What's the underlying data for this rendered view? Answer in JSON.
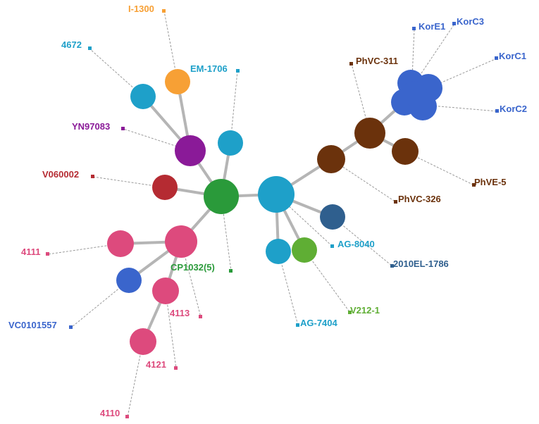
{
  "colors": {
    "green": "#2a9a3a",
    "teal": "#1ea0c9",
    "orange": "#f7a035",
    "purple": "#8a1a98",
    "red": "#b52b32",
    "pink": "#dd4a7d",
    "blue": "#3a65cc",
    "brown": "#6b320c",
    "navy": "#2f5f8e",
    "lime": "#5fae34",
    "edge": "#b5b5b5"
  },
  "labels": {
    "i1300": "I-1300",
    "n4672": "4672",
    "em1706": "EM-1706",
    "yn97083": "YN97083",
    "v060002": "V060002",
    "n4111": "4111",
    "cp1032": "CP1032(5)",
    "vc0101557": "VC0101557",
    "n4113": "4113",
    "n4121": "4121",
    "n4110": "4110",
    "ag8040": "AG-8040",
    "el1786": "2010EL-1786",
    "ag7404": "AG-7404",
    "v2121": "V212-1",
    "phvc311": "PhVC-311",
    "phvc326": "PhVC-326",
    "phve5": "PhVE-5",
    "kore1": "KorE1",
    "korc3": "KorC3",
    "korc1": "KorC1",
    "korc2": "KorC2"
  }
}
